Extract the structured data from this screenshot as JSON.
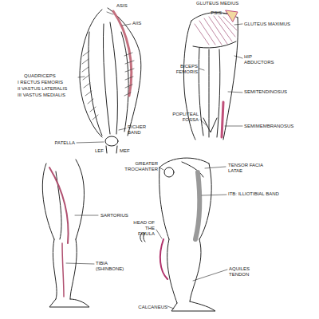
{
  "diagram": {
    "labels": [
      "GLUTEUS MEDIUS",
      "ASIS",
      "PSIS",
      "AIIS",
      "GLUTEUS MAXIMUS",
      "HIP ABDUCTORS",
      "BICEPS FEMORIS",
      "QUADRICEPS",
      "I RECTUS FEMORIS",
      "II VASTUS LATERALIS",
      "III VASTUS MEDIALIS",
      "SEMITENDINOSUS",
      "POPLITEAL FOSSA",
      "SEMIMEMBRANOSUS",
      "RICHER BAND",
      "PATELLA",
      "LEF",
      "MEF",
      "GREATER TROCHANTER",
      "TENSOR FACIA LATAE",
      "ITB: ILLIOTIBIAL BAND",
      "SARTORIUS",
      "HEAD OF THE FIBULA",
      "TIBIA (SHINBONE)",
      "AQUILES TENDON",
      "CALCANEUS"
    ]
  }
}
